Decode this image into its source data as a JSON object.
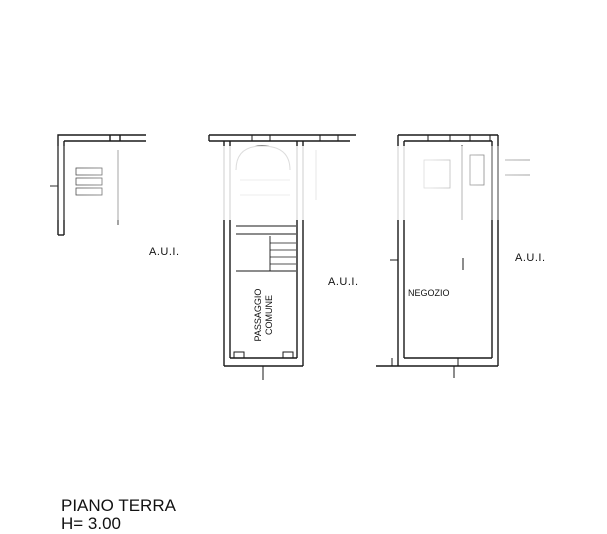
{
  "labels": {
    "aui_left": "A.U.I.",
    "aui_center": "A.U.I.",
    "aui_right": "A.U.I.",
    "negozio": "NEGOZIO",
    "passaggio_line1": "PASSAGGIO",
    "passaggio_line2": "COMUNE"
  },
  "footer": {
    "floor": "PIANO TERRA",
    "height": "H= 3.00"
  },
  "colors": {
    "wall": "#1a1a1a",
    "wash": "#ffffff"
  }
}
